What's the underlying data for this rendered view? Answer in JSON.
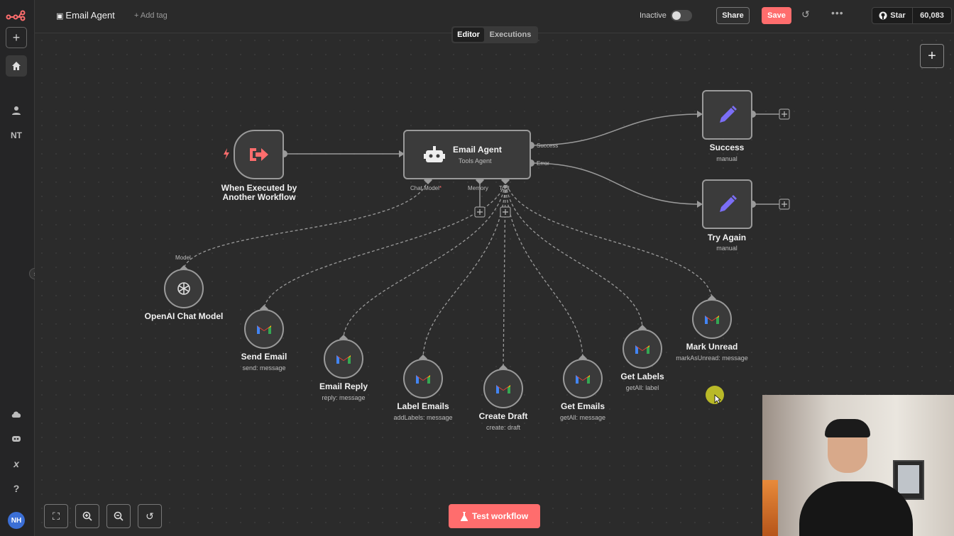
{
  "header": {
    "title": "Email Agent",
    "add_tag": "+ Add tag",
    "status": "Inactive",
    "share": "Share",
    "save": "Save",
    "github_star": "Star",
    "github_count": "60,083"
  },
  "sidebar": {
    "initials": "NT",
    "avatar": "NH"
  },
  "tabs": [
    {
      "label": "Editor"
    },
    {
      "label": "Executions"
    }
  ],
  "nodes": {
    "trigger": {
      "label_line1": "When Executed by",
      "label_line2": "Another Workflow"
    },
    "agent": {
      "title": "Email Agent",
      "subtitle": "Tools Agent",
      "port_success": "Success",
      "port_error": "Error",
      "port_chat_model": "Chat Model",
      "port_chat_required": "*",
      "port_memory": "Memory",
      "port_tool": "Tool"
    },
    "success": {
      "label": "Success",
      "sub": "manual"
    },
    "try_again": {
      "label": "Try Again",
      "sub": "manual"
    },
    "openai": {
      "label": "OpenAI Chat Model",
      "port": "Model"
    },
    "send_email": {
      "label": "Send Email",
      "sub": "send: message"
    },
    "email_reply": {
      "label": "Email Reply",
      "sub": "reply: message"
    },
    "label_emails": {
      "label": "Label Emails",
      "sub": "addLabels: message"
    },
    "create_draft": {
      "label": "Create Draft",
      "sub": "create: draft"
    },
    "get_emails": {
      "label": "Get Emails",
      "sub": "getAll: message"
    },
    "get_labels": {
      "label": "Get Labels",
      "sub": "getAll: label"
    },
    "mark_unread": {
      "label": "Mark Unread",
      "sub": "markAsUnread: message"
    }
  },
  "bottom": {
    "test_workflow": "Test workflow"
  },
  "colors": {
    "accent": "#ff6d6d",
    "canvas": "#2b2b2b",
    "edit_icon": "#7b6ef6"
  }
}
